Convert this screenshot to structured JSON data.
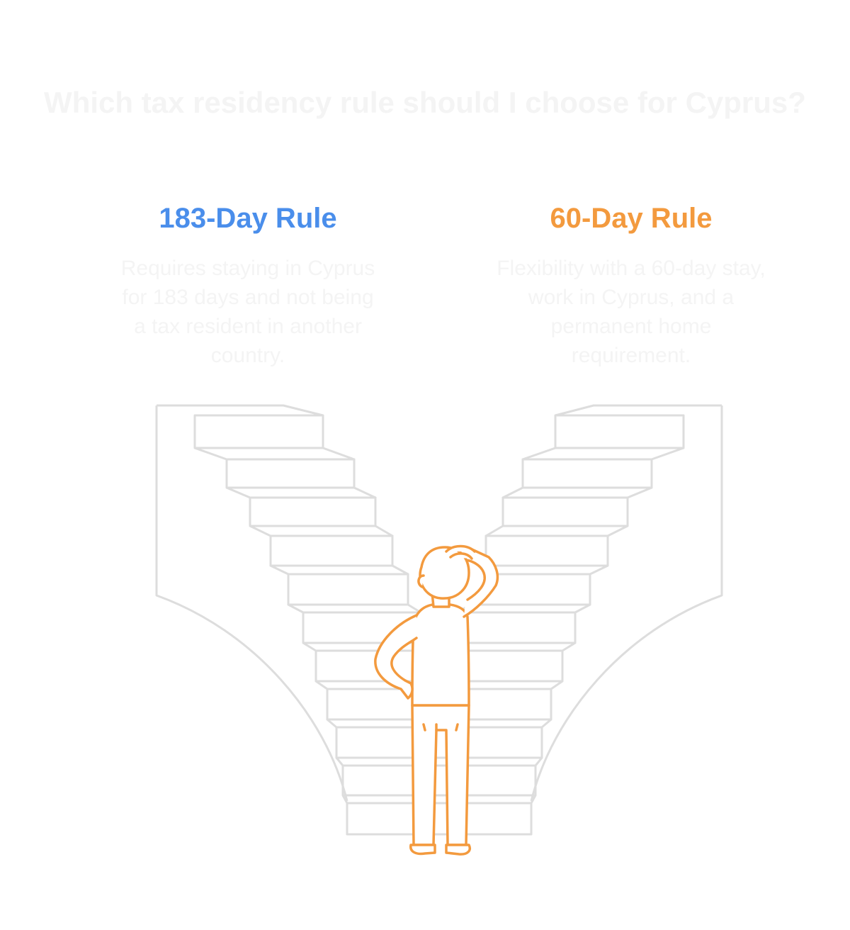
{
  "title": "Which tax residency rule should I choose for Cyprus?",
  "colors": {
    "left_accent": "#4A8EEB",
    "right_accent": "#F39A3E",
    "stairs": "#DDDDDD",
    "faint_text": "#F4F4F4"
  },
  "options": [
    {
      "title": "183-Day Rule",
      "description": "Requires staying in Cyprus for 183 days and not being a tax resident in another country."
    },
    {
      "title": "60-Day Rule",
      "description": "Flexibility with a 60-day stay, work in Cyprus, and a permanent home requirement."
    }
  ],
  "illustration": {
    "left_path_icon": "staircase-icon",
    "right_path_icon": "staircase-icon",
    "figure_icon": "thinking-person-icon"
  }
}
